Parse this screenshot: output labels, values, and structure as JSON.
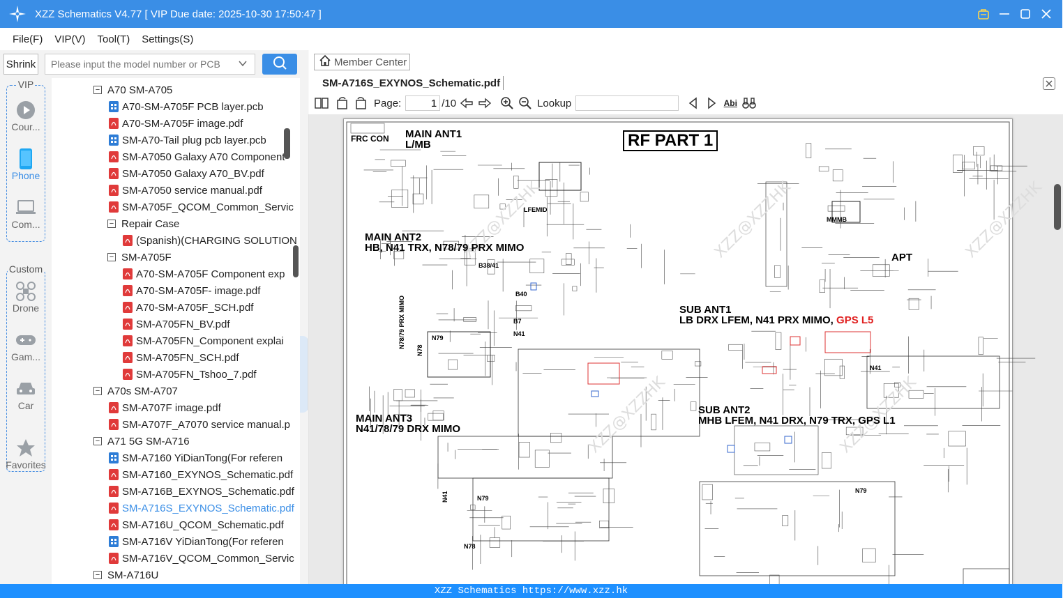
{
  "window": {
    "title": "XZZ Schematics V4.77 [ VIP Due date: 2025-10-30 17:50:47 ]"
  },
  "menu": [
    {
      "label": "File(F)"
    },
    {
      "label": "VIP(V)"
    },
    {
      "label": "Tool(T)"
    },
    {
      "label": "Settings(S)"
    }
  ],
  "left": {
    "shrink_label": "Shrink",
    "search_placeholder": "Please input the model number or PCB",
    "rail": {
      "vip_label": "VIP",
      "custom_label": "Custom",
      "items": [
        {
          "label": "Cour...",
          "icon": "play-icon"
        },
        {
          "label": "Phone",
          "icon": "phone-icon",
          "active": true
        },
        {
          "label": "Com...",
          "icon": "laptop-icon"
        },
        {
          "label": "Drone",
          "icon": "drone-icon"
        },
        {
          "label": "Gam...",
          "icon": "gamepad-icon"
        },
        {
          "label": "Car",
          "icon": "car-icon"
        },
        {
          "label": "Favorites",
          "icon": "star-icon"
        }
      ]
    },
    "tree": [
      {
        "level": 0,
        "type": "folder",
        "label": "A70 SM-A705"
      },
      {
        "level": 1,
        "type": "pcb",
        "label": "A70-SM-A705F PCB layer.pcb"
      },
      {
        "level": 1,
        "type": "pdf",
        "label": "A70-SM-A705F image.pdf"
      },
      {
        "level": 1,
        "type": "pcb",
        "label": "SM-A70-Tail plug pcb layer.pcb"
      },
      {
        "level": 1,
        "type": "pdf",
        "label": "SM-A7050 Galaxy A70 Component"
      },
      {
        "level": 1,
        "type": "pdf",
        "label": "SM-A7050 Galaxy A70_BV.pdf"
      },
      {
        "level": 1,
        "type": "pdf",
        "label": "SM-A7050 service manual.pdf"
      },
      {
        "level": 1,
        "type": "pdf",
        "label": "SM-A705F_QCOM_Common_Servic"
      },
      {
        "level": 1,
        "type": "folder",
        "label": "Repair Case"
      },
      {
        "level": 2,
        "type": "pdf",
        "label": "(Spanish)(CHARGING SOLUTION"
      },
      {
        "level": 1,
        "type": "folder",
        "label": "SM-A705F"
      },
      {
        "level": 2,
        "type": "pdf",
        "label": "A70-SM-A705F Component exp"
      },
      {
        "level": 2,
        "type": "pdf",
        "label": "A70-SM-A705F- image.pdf"
      },
      {
        "level": 2,
        "type": "pdf",
        "label": "A70-SM-A705F_SCH.pdf"
      },
      {
        "level": 2,
        "type": "pdf",
        "label": "SM-A705FN_BV.pdf"
      },
      {
        "level": 2,
        "type": "pdf",
        "label": "SM-A705FN_Component explai"
      },
      {
        "level": 2,
        "type": "pdf",
        "label": "SM-A705FN_SCH.pdf"
      },
      {
        "level": 2,
        "type": "pdf",
        "label": "SM-A705FN_Tshoo_7.pdf"
      },
      {
        "level": 0,
        "type": "folder",
        "label": "A70s SM-A707"
      },
      {
        "level": 1,
        "type": "pdf",
        "label": "SM-A707F image.pdf"
      },
      {
        "level": 1,
        "type": "pdf",
        "label": "SM-A707F_A7070 service manual.p"
      },
      {
        "level": 0,
        "type": "folder",
        "label": "A71 5G SM-A716"
      },
      {
        "level": 1,
        "type": "pcb",
        "label": "SM-A7160 YiDianTong(For referen"
      },
      {
        "level": 1,
        "type": "pdf",
        "label": "SM-A7160_EXYNOS_Schematic.pdf"
      },
      {
        "level": 1,
        "type": "pdf",
        "label": "SM-A716B_EXYNOS_Schematic.pdf"
      },
      {
        "level": 1,
        "type": "pdf",
        "label": "SM-A716S_EXYNOS_Schematic.pdf",
        "selected": true
      },
      {
        "level": 1,
        "type": "pdf",
        "label": "SM-A716U_QCOM_Schematic.pdf"
      },
      {
        "level": 1,
        "type": "pcb",
        "label": "SM-A716V YiDianTong(For referen"
      },
      {
        "level": 1,
        "type": "pdf",
        "label": "SM-A716V_QCOM_Common_Servic"
      },
      {
        "level": 0,
        "type": "folder",
        "label": "SM-A716U"
      }
    ]
  },
  "viewer": {
    "member_center": "Member Center",
    "tab_title": "SM-A716S_EXYNOS_Schematic.pdf",
    "toolbar": {
      "page_label": "Page:",
      "page_value": "1",
      "page_total": "/10",
      "lookup_label": "Lookup",
      "lookup_value": "",
      "abi_label": "Abi"
    },
    "schematic": {
      "frc_con": "FRC CON",
      "main_ant1": "MAIN ANT1",
      "lmb": "L/MB",
      "rf_part": "RF PART 1",
      "lfemid": "LFEMID",
      "mmmb": "MMMB",
      "main_ant2": "MAIN ANT2",
      "main_ant2_sub": "HB, N41 TRX, N78/79 PRX MIMO",
      "apt": "APT",
      "b3841": "B38/41",
      "b40": "B40",
      "b7": "B7",
      "n41a": "N41",
      "n79a": "N79",
      "n78": "N78",
      "n7879": "N78/79 PRX MIMO",
      "sub_ant1": "SUB ANT1",
      "sub_ant1_sub": "LB DRX LFEM, N41 PRX MIMO,",
      "gps_l5": "GPS L5",
      "n41b": "N41",
      "sub_ant2": "SUB ANT2",
      "sub_ant2_sub": "MHB LFEM, N41 DRX, N79 TRX, GPS L1",
      "main_ant3": "MAIN ANT3",
      "main_ant3_sub": "N41/78/79 DRX MIMO",
      "n41c": "N41",
      "n79b": "N79",
      "n78b": "N78",
      "n79c": "N79",
      "watermark": "XZZ@XZZHK"
    }
  },
  "status": {
    "text": "XZZ Schematics https://www.xzz.hk"
  },
  "colors": {
    "accent": "#3a8ee6",
    "status_bar": "#1e90ff",
    "pdf_icon": "#e03a3a",
    "pcb_icon": "#2e7dd6"
  }
}
